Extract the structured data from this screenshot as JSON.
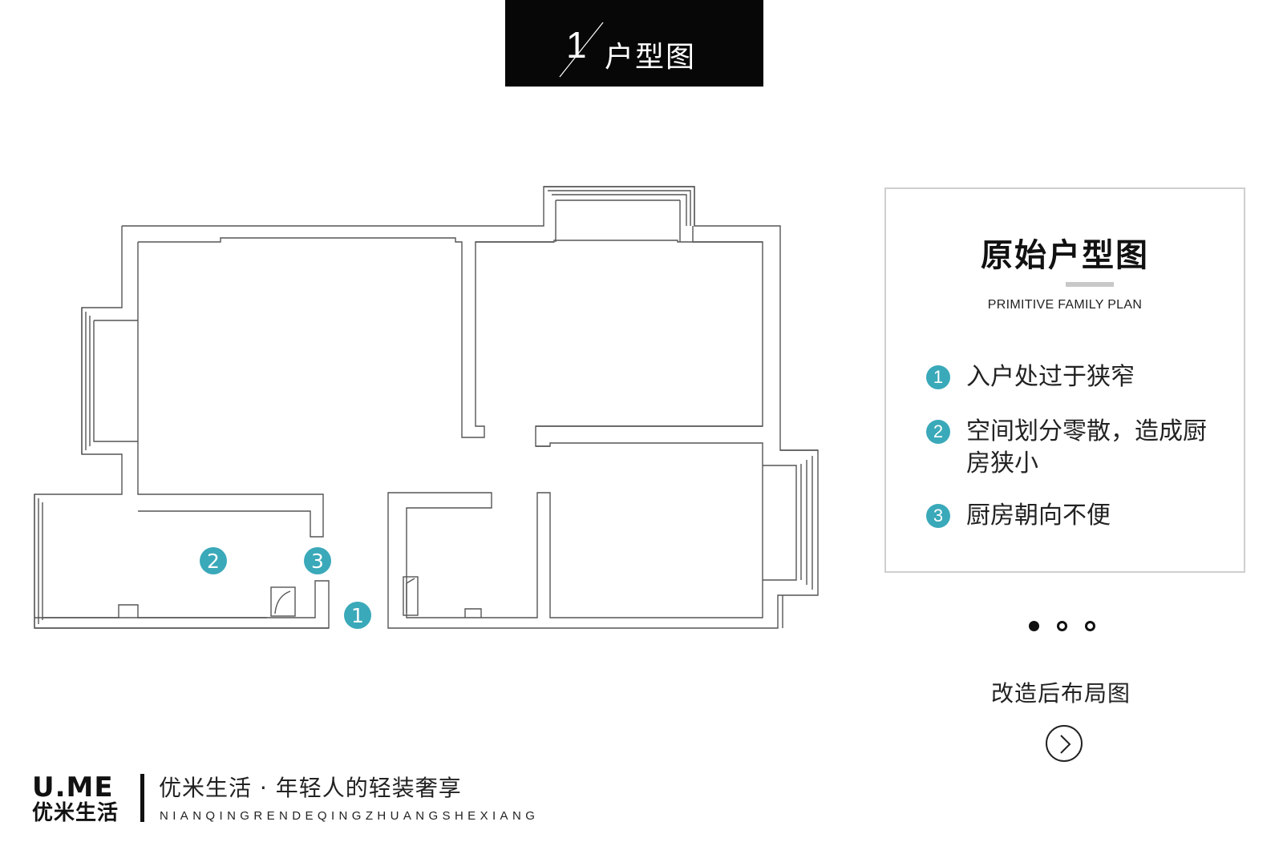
{
  "header": {
    "number": "1",
    "title": "户型图"
  },
  "floorplan": {
    "markers": [
      {
        "id": "marker-1",
        "label": "1"
      },
      {
        "id": "marker-2",
        "label": "2"
      },
      {
        "id": "marker-3",
        "label": "3"
      }
    ]
  },
  "info_card": {
    "title": "原始户型图",
    "subtitle": "PRIMITIVE FAMILY PLAN",
    "issues": [
      {
        "number": "1",
        "text": "入户处过于狭窄"
      },
      {
        "number": "2",
        "text": "空间划分零散，造成厨房狭小"
      },
      {
        "number": "3",
        "text": "厨房朝向不便"
      }
    ]
  },
  "pager": {
    "total": 3,
    "active_index": 0
  },
  "next": {
    "label": "改造后布局图",
    "icon": "chevron-right-icon"
  },
  "footer": {
    "brand_top": "U.ME",
    "brand_bottom": "优米生活",
    "slogan": "优米生活 · 年轻人的轻装奢享",
    "pinyin": "NIANQINGRENDEQINGZHUANGSHEXIANG"
  },
  "colors": {
    "accent": "#3aa9b9",
    "header_bg": "#070707"
  }
}
